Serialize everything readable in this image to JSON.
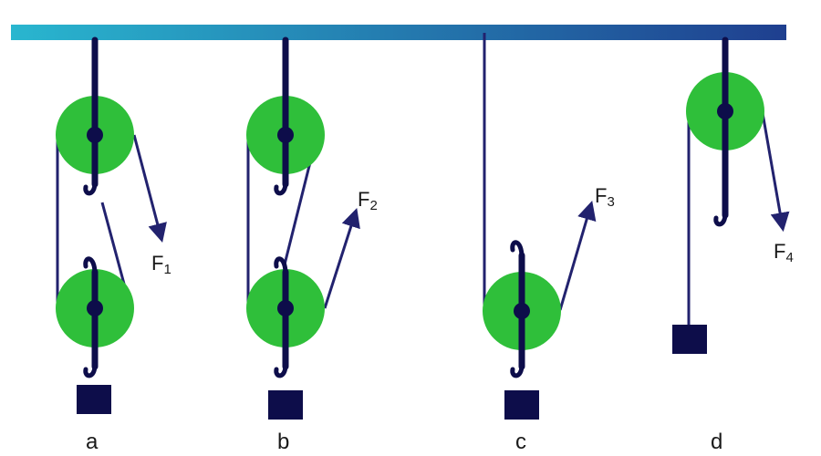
{
  "diagram": {
    "colors": {
      "beam_start": "#29b6cf",
      "beam_end": "#1f3f8f",
      "pulley": "#2fbf3a",
      "rope": "#22226e",
      "axle": "#0d0d4a",
      "block": "#0d0d4a"
    },
    "panels": [
      {
        "id": "a",
        "label": "a",
        "force": {
          "letter": "F",
          "sub": "1"
        }
      },
      {
        "id": "b",
        "label": "b",
        "force": {
          "letter": "F",
          "sub": "2"
        }
      },
      {
        "id": "c",
        "label": "c",
        "force": {
          "letter": "F",
          "sub": "3"
        }
      },
      {
        "id": "d",
        "label": "d",
        "force": {
          "letter": "F",
          "sub": "4"
        }
      }
    ]
  }
}
